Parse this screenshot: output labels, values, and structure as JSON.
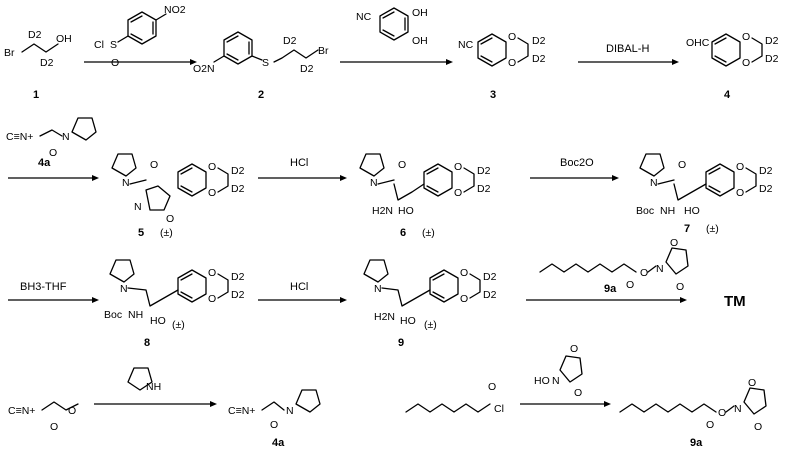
{
  "compounds": {
    "c1": "1",
    "c2": "2",
    "c3": "3",
    "c4": "4",
    "c4a": "4a",
    "c5": "5",
    "c6": "6",
    "c7": "7",
    "c8": "8",
    "c9": "9",
    "c9a": "9a",
    "c4a_b": "4a",
    "c9a_b": "9a"
  },
  "reagents": {
    "r_dibal": "DIBAL-H",
    "r_hcl1": "HCl",
    "r_boc2o": "Boc2O",
    "r_bh3": "BH3-THF",
    "r_hcl2": "HCl",
    "r_4a": "4a",
    "r_9a": "9a"
  },
  "target": "TM",
  "racemic": "(±)",
  "atoms": {
    "br": "Br",
    "oh": "OH",
    "d2": "D2",
    "cl": "Cl",
    "s": "S",
    "o": "O",
    "no2": "NO2",
    "o2n": "O2N",
    "nc": "NC",
    "ohc": "OHC",
    "n": "N",
    "nh": "NH",
    "nh2": "H2N",
    "ho": "HO",
    "boc": "Boc",
    "iso": "C≡N+",
    "hon": "HO"
  }
}
